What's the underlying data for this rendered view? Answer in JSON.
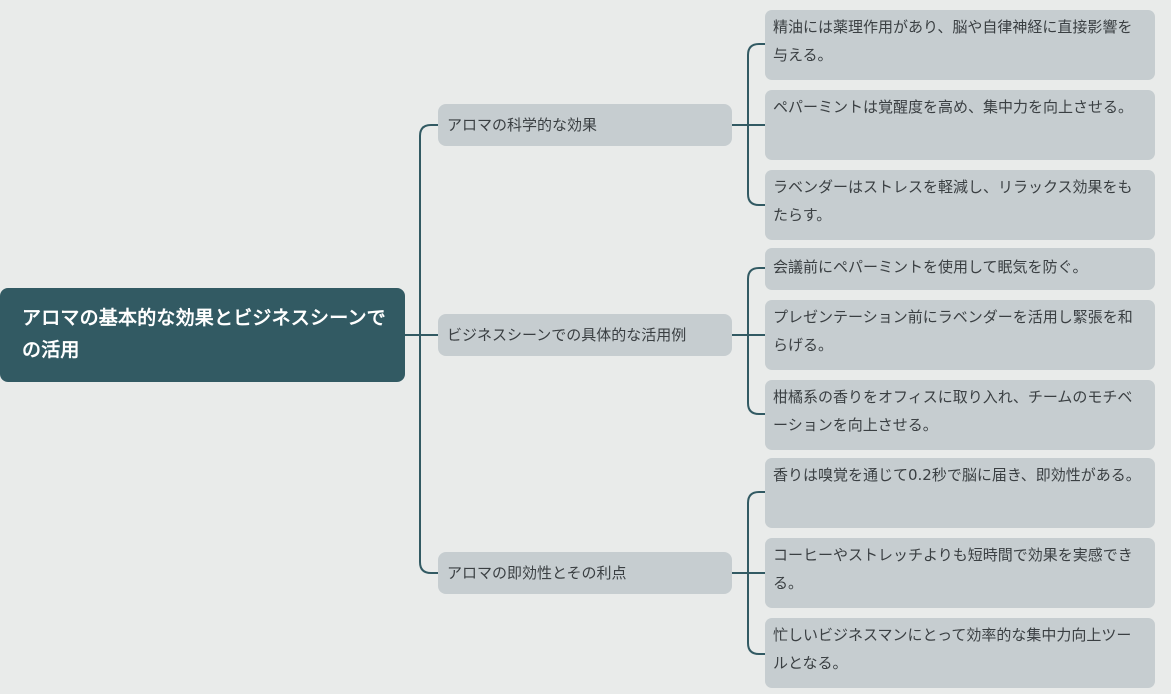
{
  "root": {
    "label": "アロマの基本的な効果とビジネスシーンでの活用"
  },
  "branches": [
    {
      "label": "アロマの科学的な効果",
      "leaves": [
        "精油には薬理作用があり、脳や自律神経に直接影響を与える。",
        "ペパーミントは覚醒度を高め、集中力を向上させる。",
        "ラベンダーはストレスを軽減し、リラックス効果をもたらす。"
      ]
    },
    {
      "label": "ビジネスシーンでの具体的な活用例",
      "leaves": [
        "会議前にペパーミントを使用して眠気を防ぐ。",
        "プレゼンテーション前にラベンダーを活用し緊張を和らげる。",
        "柑橘系の香りをオフィスに取り入れ、チームのモチベーションを向上させる。"
      ]
    },
    {
      "label": "アロマの即効性とその利点",
      "leaves": [
        "香りは嗅覚を通じて0.2秒で脳に届き、即効性がある。",
        "コーヒーやストレッチよりも短時間で効果を実感できる。",
        "忙しいビジネスマンにとって効率的な集中力向上ツールとなる。"
      ]
    }
  ],
  "colors": {
    "background": "#e9ebea",
    "root_fill": "#325a63",
    "node_fill": "#c6cdd0",
    "connector": "#325a63",
    "text": "#3a3f42"
  }
}
